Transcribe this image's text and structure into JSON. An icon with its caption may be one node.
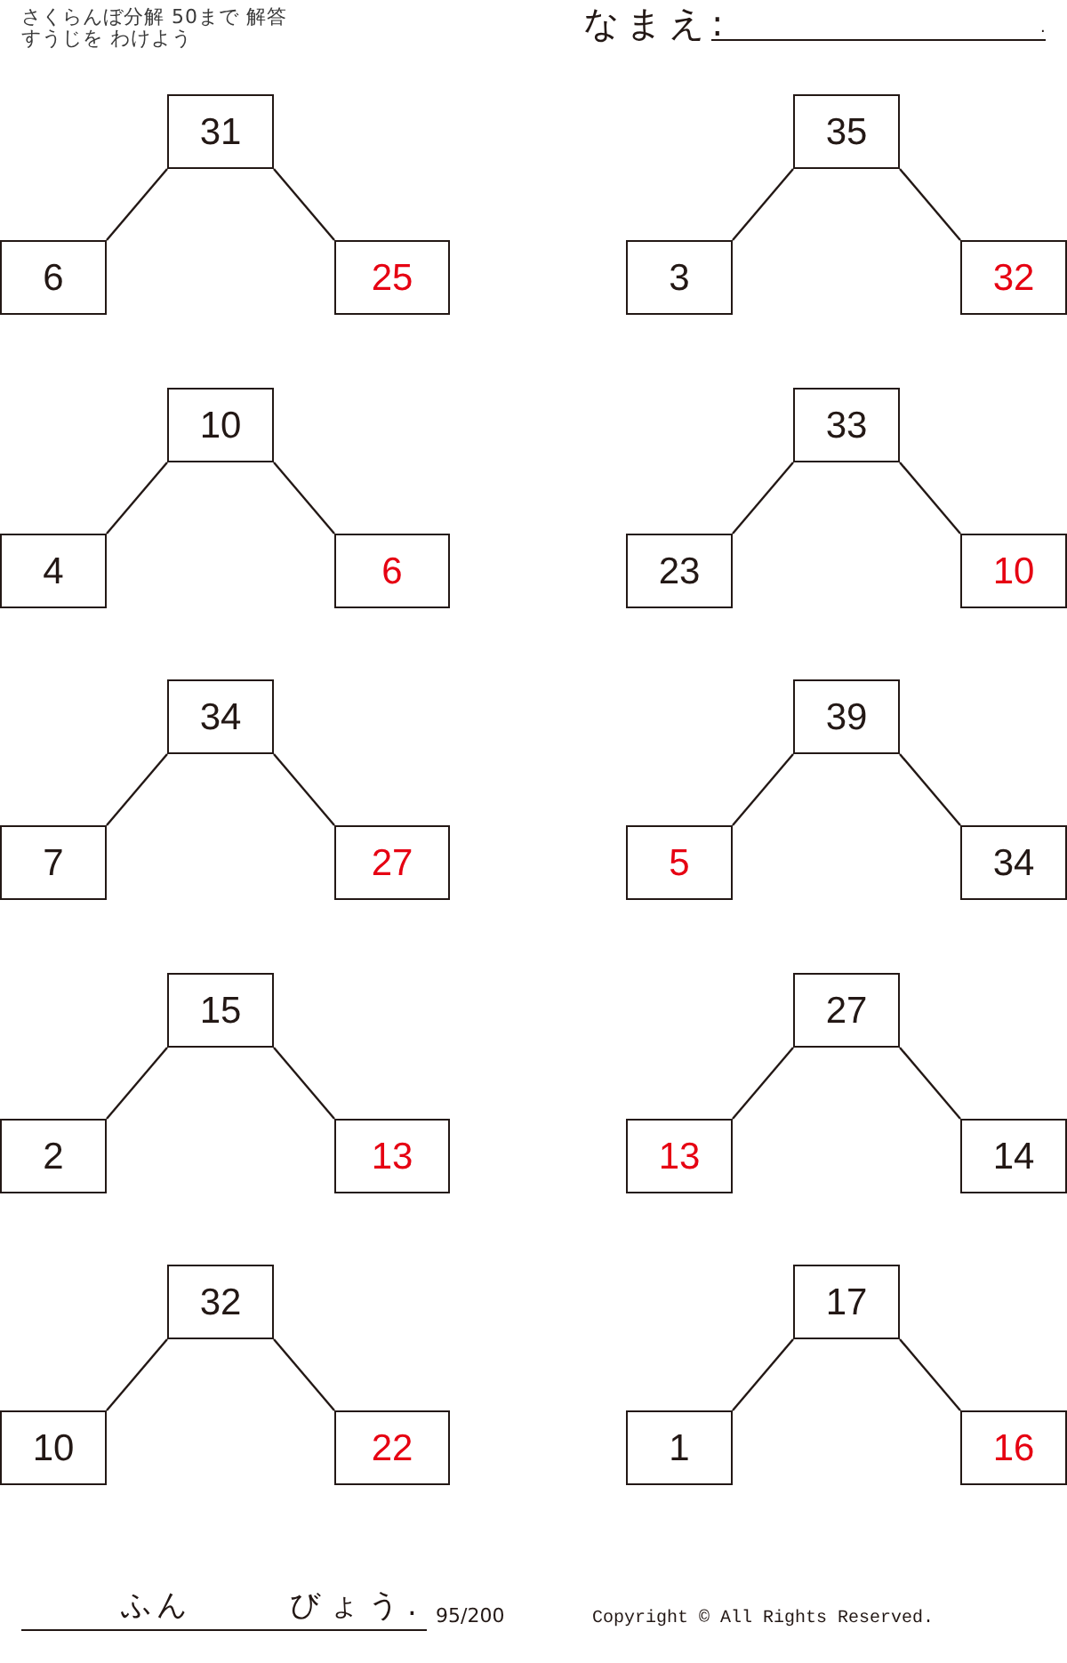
{
  "diagram": {
    "title": "さくらんぼ分解 50まで 解答",
    "nodes": [
      {
        "text": [
          "31"
        ]
      },
      {
        "text": [
          "6"
        ]
      },
      {
        "text": [
          "25"
        ]
      },
      {
        "text": [
          "35"
        ]
      },
      {
        "text": [
          "3"
        ]
      },
      {
        "text": [
          "32"
        ]
      },
      {
        "text": [
          "10"
        ]
      },
      {
        "text": [
          "4"
        ]
      },
      {
        "text": [
          "6"
        ]
      },
      {
        "text": [
          "33"
        ]
      },
      {
        "text": [
          "23"
        ]
      },
      {
        "text": [
          "10"
        ]
      },
      {
        "text": [
          "34"
        ]
      },
      {
        "text": [
          "7"
        ]
      },
      {
        "text": [
          "27"
        ]
      },
      {
        "text": [
          "39"
        ]
      },
      {
        "text": [
          "5"
        ]
      },
      {
        "text": [
          "34"
        ]
      },
      {
        "text": [
          "15"
        ]
      },
      {
        "text": [
          "2"
        ]
      },
      {
        "text": [
          "13"
        ]
      },
      {
        "text": [
          "27"
        ]
      },
      {
        "text": [
          "13"
        ]
      },
      {
        "text": [
          "14"
        ]
      },
      {
        "text": [
          "32"
        ]
      },
      {
        "text": [
          "10"
        ]
      },
      {
        "text": [
          "22"
        ]
      },
      {
        "text": [
          "17"
        ]
      },
      {
        "text": [
          "1"
        ]
      },
      {
        "text": [
          "16"
        ]
      }
    ],
    "edges": [
      {
        "from": 0,
        "to": 1,
        "arrow": "none"
      },
      {
        "from": 0,
        "to": 2,
        "arrow": "none"
      },
      {
        "from": 3,
        "to": 4,
        "arrow": "none"
      },
      {
        "from": 3,
        "to": 5,
        "arrow": "none"
      },
      {
        "from": 6,
        "to": 7,
        "arrow": "none"
      },
      {
        "from": 6,
        "to": 8,
        "arrow": "none"
      },
      {
        "from": 9,
        "to": 10,
        "arrow": "none"
      },
      {
        "from": 9,
        "to": 11,
        "arrow": "none"
      },
      {
        "from": 12,
        "to": 13,
        "arrow": "none"
      },
      {
        "from": 12,
        "to": 14,
        "arrow": "none"
      },
      {
        "from": 15,
        "to": 16,
        "arrow": "none"
      },
      {
        "from": 15,
        "to": 17,
        "arrow": "none"
      },
      {
        "from": 18,
        "to": 19,
        "arrow": "none"
      },
      {
        "from": 18,
        "to": 20,
        "arrow": "none"
      },
      {
        "from": 21,
        "to": 22,
        "arrow": "none"
      },
      {
        "from": 21,
        "to": 23,
        "arrow": "none"
      },
      {
        "from": 24,
        "to": 25,
        "arrow": "none"
      },
      {
        "from": 24,
        "to": 26,
        "arrow": "none"
      },
      {
        "from": 27,
        "to": 28,
        "arrow": "none"
      },
      {
        "from": 27,
        "to": 29,
        "arrow": "none"
      }
    ],
    "labels": [
      "すうじを わけよう",
      "なまえ:",
      ".",
      "ふん",
      "びょう.",
      "95/200",
      "Copyright © All Rights Reserved."
    ]
  }
}
